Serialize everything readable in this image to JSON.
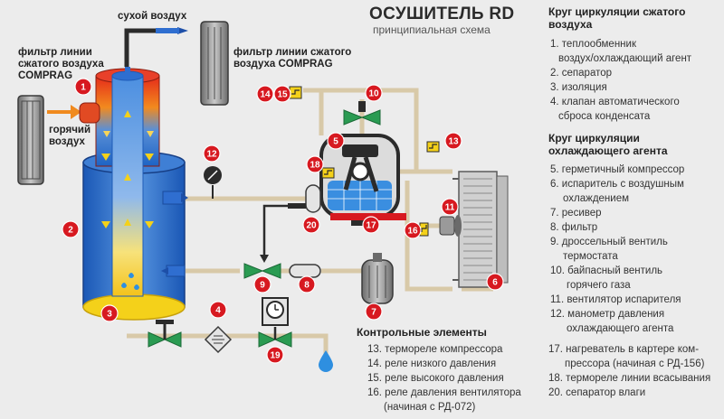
{
  "header": {
    "title": "ОСУШИТЕЛЬ RD",
    "subtitle": "принципиальная схема"
  },
  "labels": {
    "dry_air": "сухой воздух",
    "filter_left_1": "фильтр линии",
    "filter_left_2": "сжатого воздуха",
    "filter_left_3": "COMPRAG",
    "hot_air_1": "горячий",
    "hot_air_2": "воздух",
    "filter_right_1": "фильтр линии сжатого",
    "filter_right_2": "воздуха COMPRAG"
  },
  "air_circuit": {
    "heading_1": "Круг циркуляции сжатого",
    "heading_2": "воздуха",
    "items": [
      "1. теплообменник",
      "воздух/охлаждающий агент",
      "2. сепаратор",
      "3. изоляция",
      "4. клапан автоматического",
      "сброса конденсата"
    ]
  },
  "refrigerant_circuit": {
    "heading_1": "Круг циркуляции",
    "heading_2": "охлаждающего агента",
    "items": [
      "5. герметичный компрессор",
      "6. испаритель с воздушным",
      "охлаждением",
      "7. ресивер",
      "8. фильтр",
      "9. дроссельный вентиль",
      "термостата",
      "10. байпасный вентиль",
      "горячего газа",
      "11. вентилятор испарителя",
      "12. манометр давления",
      "охлаждающего агента"
    ]
  },
  "control": {
    "heading": "Контрольные элементы",
    "col1": [
      "13. термореле компрессора",
      "14. реле низкого давления",
      "15. реле высокого давления",
      "16. реле давления вентилятора",
      "(начиная с РД-072)"
    ],
    "col2": [
      "17. нагреватель в картере ком-",
      "прессора (начиная с РД-156)",
      "18. термореле линии всасывания",
      "20. сепаратор влаги"
    ]
  },
  "markers": [
    "1",
    "2",
    "3",
    "4",
    "5",
    "6",
    "7",
    "8",
    "9",
    "10",
    "11",
    "12",
    "13",
    "14",
    "15",
    "16",
    "17",
    "18",
    "19",
    "20"
  ],
  "colors": {
    "marker_red": "#d71920",
    "pipe_beige": "#d8c9a8",
    "hot_red": "#e53a1c",
    "cold_blue": "#1d63c4",
    "yellow_accent": "#f4d11a",
    "dark": "#2b2b2b"
  }
}
